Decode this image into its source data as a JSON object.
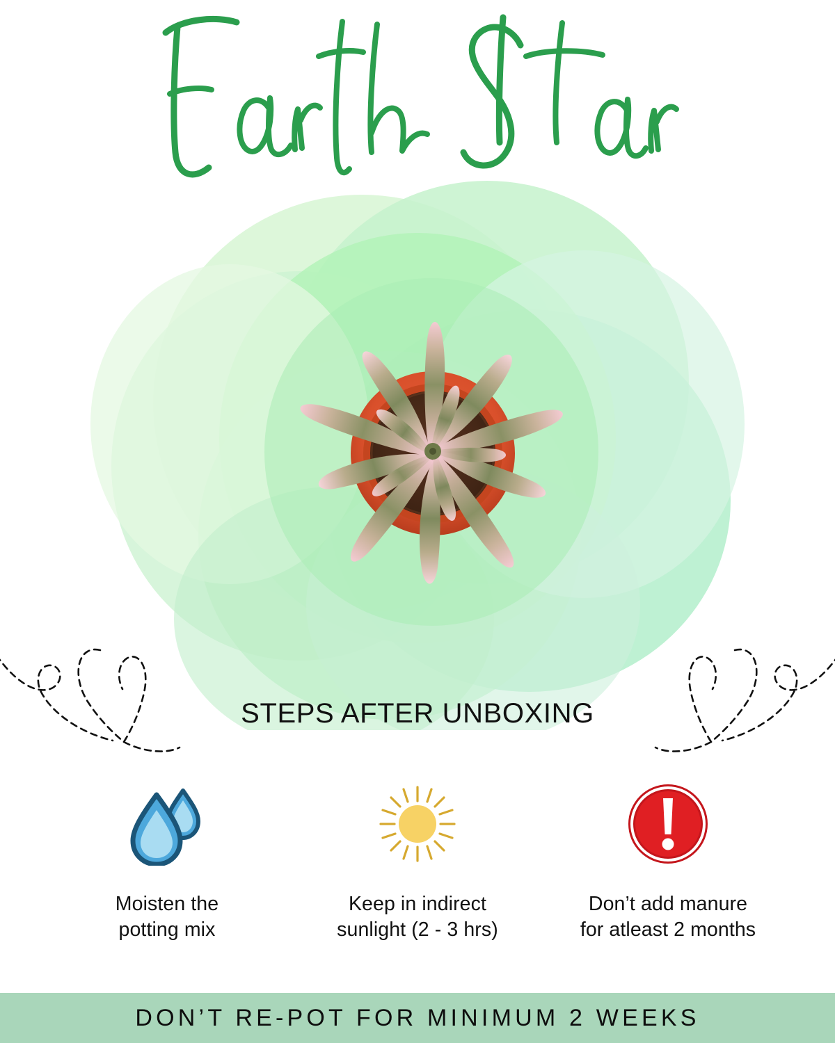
{
  "title": {
    "text": "Earth Star",
    "color": "#2b9e4d"
  },
  "hero": {
    "image_alt": "Earth Star plant top view in terracotta pot",
    "pot_color": "#d9502b",
    "soil_color": "#4a2a18",
    "leaf_green": "#8a9165",
    "leaf_pink": "#f2c3cc",
    "blob_colors": [
      "#d7f5d4",
      "#b3f0b8",
      "#9fe8c0",
      "#8fe0bd",
      "#cdf0da",
      "#e6f7e4"
    ]
  },
  "steps_section": {
    "heading": "STEPS AFTER UNBOXING",
    "left_decoration": "dashed-heart-swirl",
    "right_decoration": "dashed-heart-swirl",
    "steps": [
      {
        "icon": "water-drops-icon",
        "icon_colors": {
          "dark": "#1b5578",
          "mid": "#4da8dc",
          "light": "#a9dcf2"
        },
        "caption": "Moisten the\npotting mix"
      },
      {
        "icon": "sun-icon",
        "icon_colors": {
          "dark": "#d6a92f",
          "mid": "#f7d265",
          "light": "#fadf8e"
        },
        "caption": "Keep in indirect\nsunlight (2 - 3 hrs)"
      },
      {
        "icon": "warning-exclamation-icon",
        "icon_colors": {
          "dark": "#c4161c",
          "mid": "#e01f23",
          "light": "#ffffff"
        },
        "caption": "Don’t add manure\nfor atleast 2 months"
      }
    ]
  },
  "footer": {
    "text": "DON’T RE-POT FOR MINIMUM 2 WEEKS",
    "background": "#a9d6ba",
    "text_color": "#0d0d0d"
  }
}
